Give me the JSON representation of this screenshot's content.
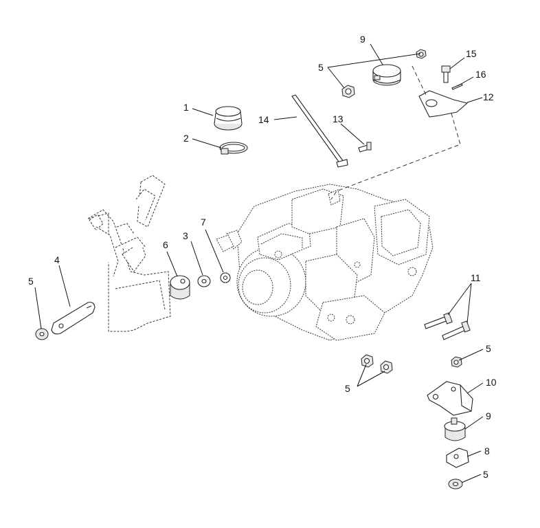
{
  "callouts": [
    {
      "id": "c1",
      "label": "1"
    },
    {
      "id": "c2",
      "label": "2"
    },
    {
      "id": "c3",
      "label": "3"
    },
    {
      "id": "c4",
      "label": "4"
    },
    {
      "id": "c5a",
      "label": "5"
    },
    {
      "id": "c5b",
      "label": "5"
    },
    {
      "id": "c5c",
      "label": "5"
    },
    {
      "id": "c5d",
      "label": "5"
    },
    {
      "id": "c5e",
      "label": "5"
    },
    {
      "id": "c6",
      "label": "6"
    },
    {
      "id": "c7",
      "label": "7"
    },
    {
      "id": "c8",
      "label": "8"
    },
    {
      "id": "c9a",
      "label": "9"
    },
    {
      "id": "c9b",
      "label": "9"
    },
    {
      "id": "c10",
      "label": "10"
    },
    {
      "id": "c11",
      "label": "11"
    },
    {
      "id": "c12",
      "label": "12"
    },
    {
      "id": "c13",
      "label": "13"
    },
    {
      "id": "c14",
      "label": "14"
    },
    {
      "id": "c15",
      "label": "15"
    },
    {
      "id": "c16",
      "label": "16"
    }
  ]
}
